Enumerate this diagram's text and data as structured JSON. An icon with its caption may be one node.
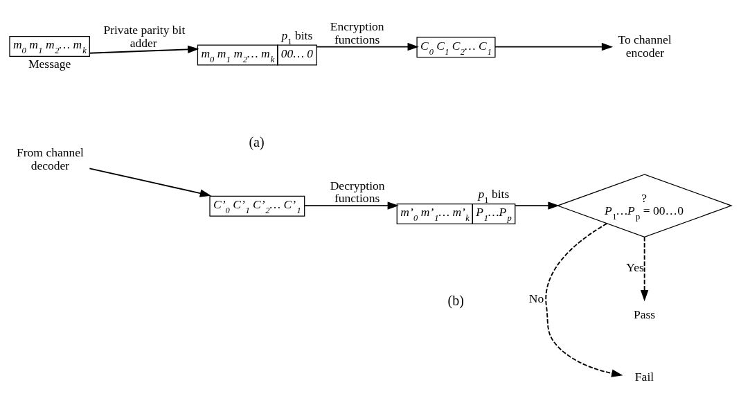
{
  "diagram": {
    "nodes": [
      {
        "text": [
          "m$_{0}$ m$_{1}$ m$_{2}$… m$_{k}$"
        ],
        "beside": [
          "Message"
        ]
      },
      {
        "text": [
          "m$_{0}$ m$_{1}$ m$_{2}$… m$_{k}$",
          "00… 0"
        ],
        "beside": [
          "*p*$_{1}$ bits"
        ]
      },
      {
        "text": [
          "C$_{0}$ C$_{1}$ C$_{2}$… C$_{1}$"
        ]
      },
      {
        "text": [
          "To channel encoder"
        ]
      },
      {
        "text": [
          "From channel decoder"
        ]
      },
      {
        "text": [
          "C’$_{0}$ C’$_{1}$ C’$_{2}$… C’$_{1}$"
        ]
      },
      {
        "text": [
          "m’$_{0}$ m’$_{1}$… m’$_{k}$",
          "P$_{1}$…P$_{p}$"
        ],
        "beside": [
          "*p*$_{1}$ bits"
        ]
      },
      {
        "text": [
          "?",
          "*P*$_{1}$*…P*$_{p}$ = 00…0"
        ]
      },
      {
        "text": [
          "Fail"
        ]
      },
      {
        "text": [
          "Pass"
        ]
      }
    ],
    "edges": [
      {
        "from": 0,
        "to": 1,
        "arrow": "to",
        "label": "Private parity bit adder"
      },
      {
        "from": 1,
        "to": 2,
        "arrow": "to",
        "label": "Encryption functions"
      },
      {
        "from": 2,
        "to": 3,
        "arrow": "to"
      },
      {
        "from": 4,
        "to": 5,
        "arrow": "to"
      },
      {
        "from": 5,
        "to": 6,
        "arrow": "to",
        "label": "Decryption functions"
      },
      {
        "from": 6,
        "to": 7,
        "arrow": "to"
      },
      {
        "from": 7,
        "to": 8,
        "arrow": "to",
        "label": "No",
        "style": "dashed"
      },
      {
        "from": 7,
        "to": 9,
        "arrow": "to",
        "label": "Yes",
        "style": "dashed"
      }
    ],
    "labels": [
      "(a)",
      "(b)"
    ]
  }
}
